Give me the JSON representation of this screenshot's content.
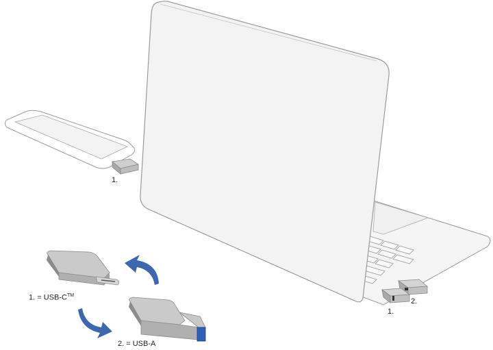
{
  "illustration": {
    "subject": "USB-C / USB-A dual-connector flash drive with smartphone and laptop",
    "colors": {
      "outline": "#9a9a9a",
      "surface": "#f3f3f3",
      "metal": "#b8b8b8",
      "metal_dark": "#8c8c8c",
      "arrow": "#3d68b0",
      "usb3_blue": "#2f5fb8"
    },
    "labels": {
      "phone_port": "1.",
      "laptop_port_1": "1.",
      "laptop_port_2": "2.",
      "legend_usb_c_prefix": "1. = USB-C",
      "legend_usb_c_tm": "TM",
      "legend_usb_a": "2. = USB-A"
    },
    "icons": {
      "rotate_arrow_up": "curved-arrow-up",
      "rotate_arrow_down": "curved-arrow-down"
    }
  }
}
